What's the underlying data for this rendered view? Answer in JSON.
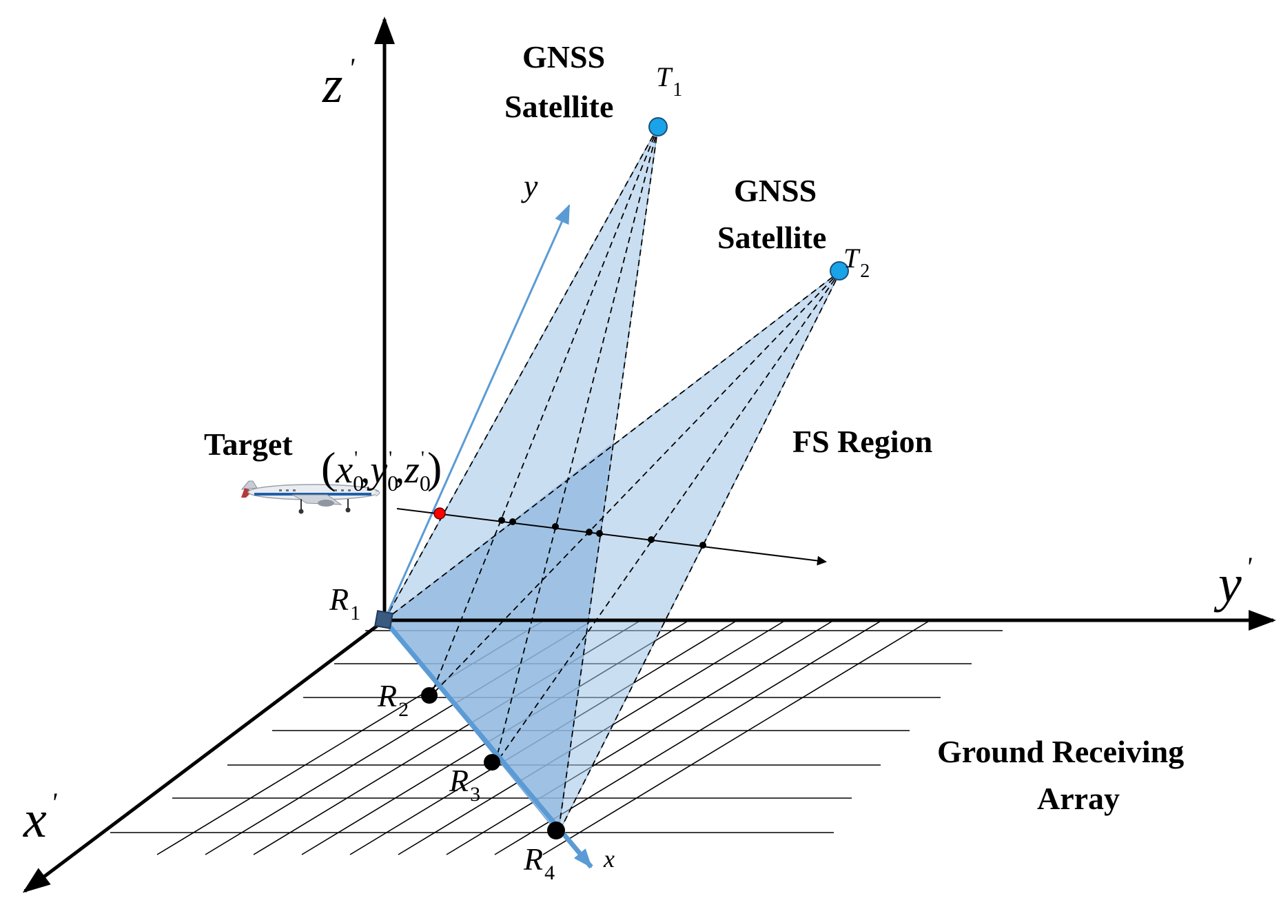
{
  "axes": {
    "z_prime": "z",
    "y_prime": "y",
    "x_prime": "x",
    "prime": "'",
    "local_y": "y",
    "local_x": "x"
  },
  "satellites": [
    {
      "line1": "GNSS",
      "line2": "Satellite",
      "symbol": "T",
      "subscript": "1",
      "color": "#1aa3e8"
    },
    {
      "line1": "GNSS",
      "line2": "Satellite",
      "symbol": "T",
      "subscript": "2",
      "color": "#1aa3e8"
    }
  ],
  "receivers": [
    {
      "symbol": "R",
      "subscript": "1"
    },
    {
      "symbol": "R",
      "subscript": "2"
    },
    {
      "symbol": "R",
      "subscript": "3"
    },
    {
      "symbol": "R",
      "subscript": "4"
    }
  ],
  "target": {
    "label": "Target",
    "coord": {
      "open": "(",
      "x": "x",
      "y": "y",
      "z": "z",
      "sub": "0",
      "prime": "'",
      "comma": ",",
      "close": ")"
    },
    "point_color": "#ff0000"
  },
  "fs_region_label": "FS Region",
  "ground_array_label": {
    "line1": "Ground Receiving",
    "line2": "Array"
  },
  "colors": {
    "plane_fill": "#9ec2e6",
    "plane_dark": "#7aaad8",
    "local_axis": "#5b9bd5",
    "axis": "#000000"
  }
}
